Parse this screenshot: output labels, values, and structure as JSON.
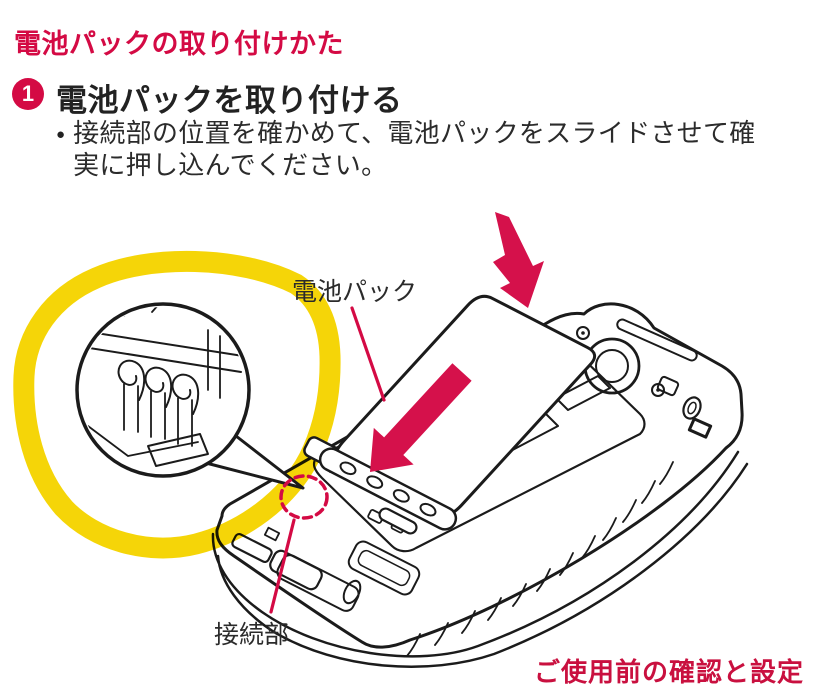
{
  "page": {
    "heading": "電池パックの取り付けかた",
    "step_number": "1",
    "step_title": "電池パックを取り付ける",
    "bullet_marker": "●",
    "bullet_line1": "接続部の位置を確かめて、電池パックをスライドさせて確",
    "bullet_line2": "実に押し込んでください。",
    "footer": "ご使用前の確認と設定"
  },
  "figure": {
    "battery_label": "電池パック",
    "connector_label": "接続部",
    "icons": {
      "step_badge": "numbered-circle-1",
      "down_arrow": "thick-bent-down-arrow",
      "slide_arrow": "thick-diagonal-arrow",
      "magnifier": "zoom-callout-bubble",
      "highlight": "hand-drawn-yellow-ring",
      "connector_marker": "red-dashed-circle"
    }
  },
  "colors": {
    "accent_red": "#d40a44",
    "footer_red": "#c9103f",
    "highlight_yellow": "#f5d400",
    "line_black": "#1b1b1b",
    "text_color": "#2b2b2b"
  }
}
